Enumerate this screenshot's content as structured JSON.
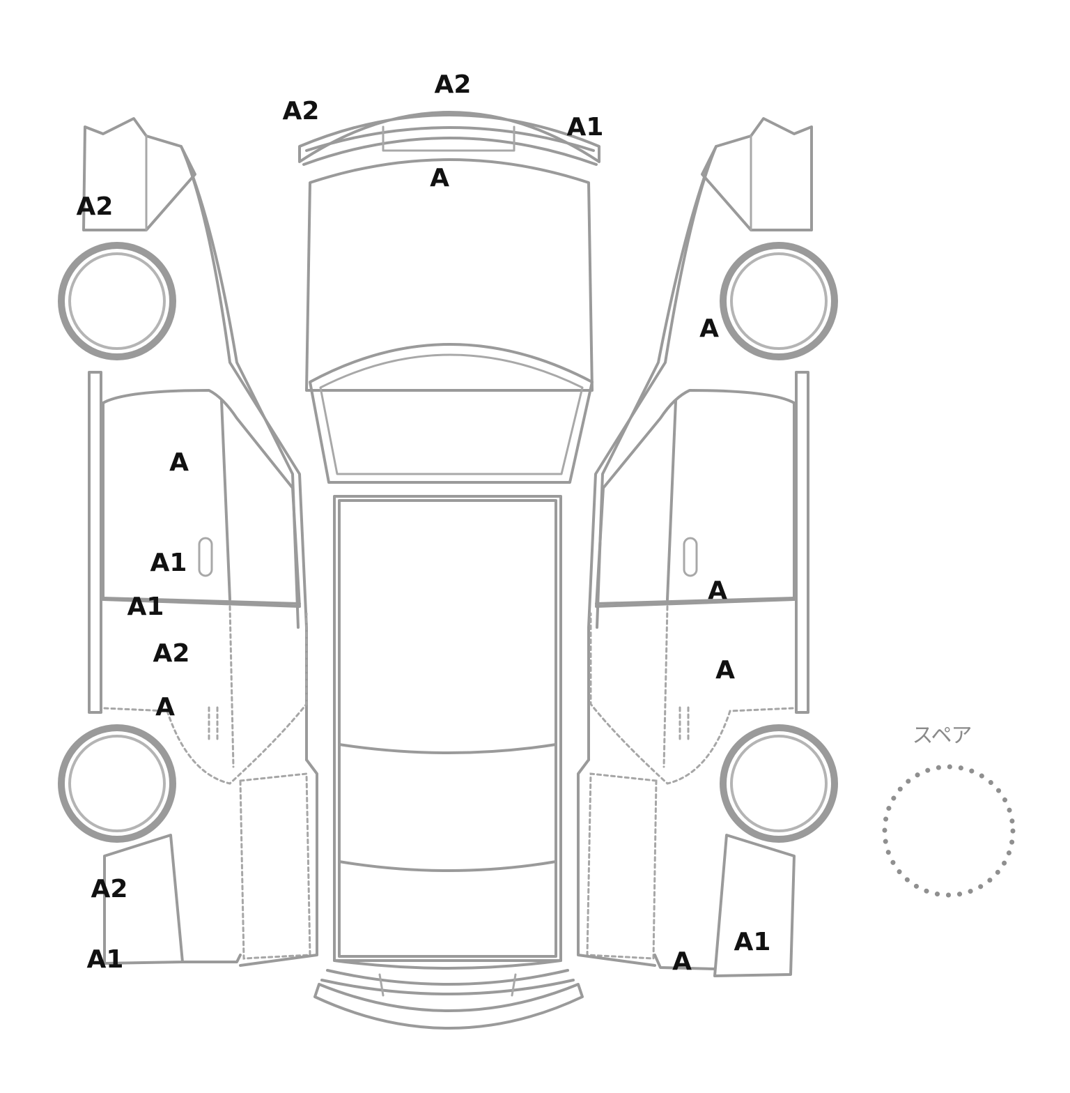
{
  "diagram": {
    "spare_label": "スペア",
    "grades": {
      "rear_bumper_top": "A2",
      "rear_bumper_left": "A2",
      "rear_bumper_right": "A1",
      "trunk_lid": "A",
      "left_rear_quarter_upper": "A2",
      "left_rear_door": "A",
      "left_rear_door_lower": "A1",
      "left_front_door_upper": "A1",
      "left_front_door": "A2",
      "left_front_door_lower": "A",
      "left_front_fender": "A2",
      "left_front_fender_lower": "A1",
      "right_rear_quarter": "A",
      "right_rear_door_lower": "A",
      "right_front_door": "A",
      "right_front_fender": "A1",
      "right_front_fender_lower": "A"
    }
  }
}
